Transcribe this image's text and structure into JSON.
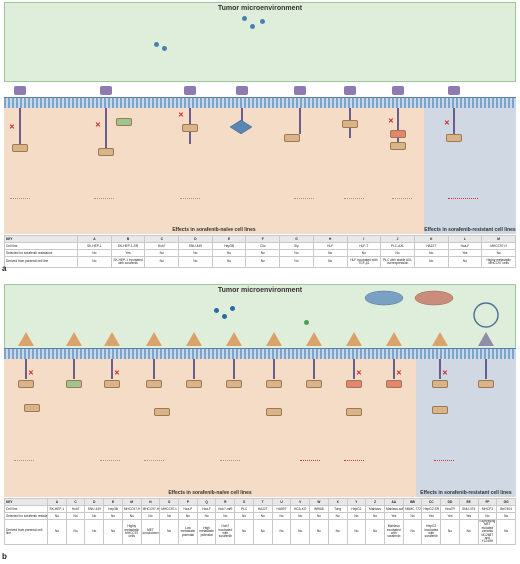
{
  "panel_a": {
    "letter": "a",
    "tumor_title": "Tumor microenvironment",
    "naive_title": "Effects in sorafenib-naïve cell lines",
    "resistant_title": "Effects in sorafenib-resistant cell lines",
    "table": {
      "header": [
        "KEY",
        "A",
        "B",
        "C",
        "D",
        "E",
        "F",
        "G",
        "H",
        "I",
        "J",
        "K",
        "L",
        "M"
      ],
      "rows": [
        [
          "Cell line",
          "SK-HEP-1",
          "SK-HEP-1-SR",
          "Huh7",
          "SNU-449",
          "Hep3B",
          "Clio",
          "Sip",
          "HLF",
          "HLF-T",
          "PLC-AXL",
          "HA22T",
          "Hca-F",
          "MHCC97-H"
        ],
        [
          "Selected for sorafenib resistance",
          "No",
          "Yes",
          "No",
          "No",
          "No",
          "No",
          "No",
          "No",
          "No",
          "No",
          "No",
          "Yes",
          "No"
        ],
        [
          "Derived from parental cell line",
          "No",
          "SK-HEP-1 incubated with sorafenib",
          "No",
          "No",
          "No",
          "No",
          "No",
          "No",
          "HLF incubated with TGF-β1",
          "PLC with stable AXL overexpression",
          "No",
          "No",
          "Highly metastatic MHCC97 cells"
        ]
      ]
    }
  },
  "panel_b": {
    "letter": "b",
    "tumor_title": "Tumor microenvironment",
    "naive_title": "Effects in sorafenib-naïve cell lines",
    "resistant_title": "Effects in sorafenib-resistant cell lines",
    "table": {
      "header": [
        "KEY",
        "A",
        "C",
        "D",
        "E",
        "M",
        "N",
        "O",
        "P",
        "Q",
        "R",
        "S",
        "T",
        "U",
        "V",
        "W",
        "X",
        "Y",
        "Z",
        "AA",
        "BB",
        "CC",
        "DD",
        "EE",
        "FF",
        "GG"
      ],
      "rows": [
        [
          "Cell line",
          "SK-HEP-1",
          "Huh7",
          "SNU-449",
          "Hep3B",
          "MHCC97-H",
          "MHCC97-H MET KO",
          "MHCC97-L",
          "Hca-P",
          "Hca-F",
          "Huh7-miR",
          "PLC",
          "HA22T",
          "HA59T",
          "HCA-KO",
          "WRl68",
          "Tong",
          "HepG2",
          "Mahlavu",
          "Mahlavu-soR",
          "SMMC-7721",
          "HepG2-SR",
          "Hca7R",
          "SNU-475",
          "MHCF3",
          "Bel7404"
        ],
        [
          "Selected for sorafenib resistance",
          "No",
          "No",
          "No",
          "No",
          "No",
          "No",
          "No",
          "No",
          "No",
          "No",
          "No",
          "No",
          "No",
          "No",
          "No",
          "No",
          "No",
          "No",
          "Yes",
          "No",
          "Yes",
          "Yes",
          "Yes",
          "No",
          "No"
        ],
        [
          "Derived from parental cell line",
          "No",
          "No",
          "No",
          "No",
          "Highly metastatic MHCC97 cells",
          "MET knockdown",
          "No",
          "Low metastatic potential",
          "High metastatic potential",
          "Huh7 incubated with sorafenib",
          "No",
          "No",
          "No",
          "No",
          "No",
          "No",
          "No",
          "No",
          "Mahlavu incubated with sorafenib",
          "No",
          "HepG2 incubated with sorafenib",
          "No",
          "No",
          "Expressing MET mutated variants M1268T and Y1248H",
          "No"
        ]
      ]
    }
  }
}
